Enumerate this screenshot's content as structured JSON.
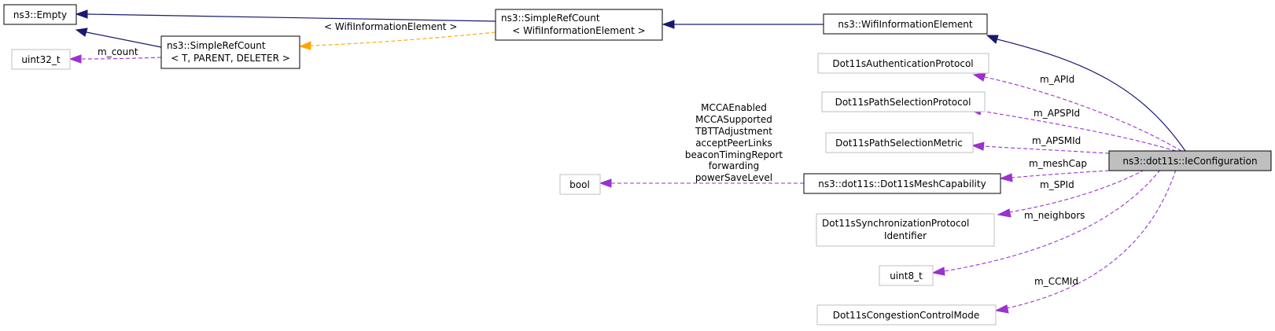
{
  "nodes": {
    "empty": "ns3::Empty",
    "simple_ref_count_tpl": [
      "ns3::SimpleRefCount",
      "< T, PARENT, DELETER >"
    ],
    "uint32": "uint32_t",
    "simple_ref_count_wie": [
      "ns3::SimpleRefCount",
      "< WifiInformationElement >"
    ],
    "wifi_ie": "ns3::WifiInformationElement",
    "auth_protocol": "Dot11sAuthenticationProtocol",
    "path_sel_protocol": "Dot11sPathSelectionProtocol",
    "path_sel_metric": "Dot11sPathSelectionMetric",
    "bool": "bool",
    "mesh_capability": "ns3::dot11s::Dot11sMeshCapability",
    "ie_configuration": "ns3::dot11s::IeConfiguration",
    "sync_protocol": [
      "Dot11sSynchronizationProtocol",
      "Identifier"
    ],
    "uint8": "uint8_t",
    "congestion_mode": "Dot11sCongestionControlMode"
  },
  "edge_labels": {
    "m_count": "m_count",
    "template_arg": "< WifiInformationElement >",
    "m_APId": "m_APId",
    "m_APSPId": "m_APSPId",
    "m_APSMId": "m_APSMId",
    "m_meshCap": "m_meshCap",
    "m_SPId": "m_SPId",
    "m_neighbors": "m_neighbors",
    "m_CCMId": "m_CCMId",
    "bool_members": [
      "MCCAEnabled",
      "MCCASupported",
      "TBTTAdjustment",
      "acceptPeerLinks",
      "beaconTimingReport",
      "forwarding",
      "powerSaveLevel"
    ]
  },
  "colors": {
    "inheritance": "#191970",
    "member": "#9a32cd",
    "template": "#ffa500",
    "focus_fill": "#bfbfbf",
    "external_border": "#bfbfbf"
  }
}
